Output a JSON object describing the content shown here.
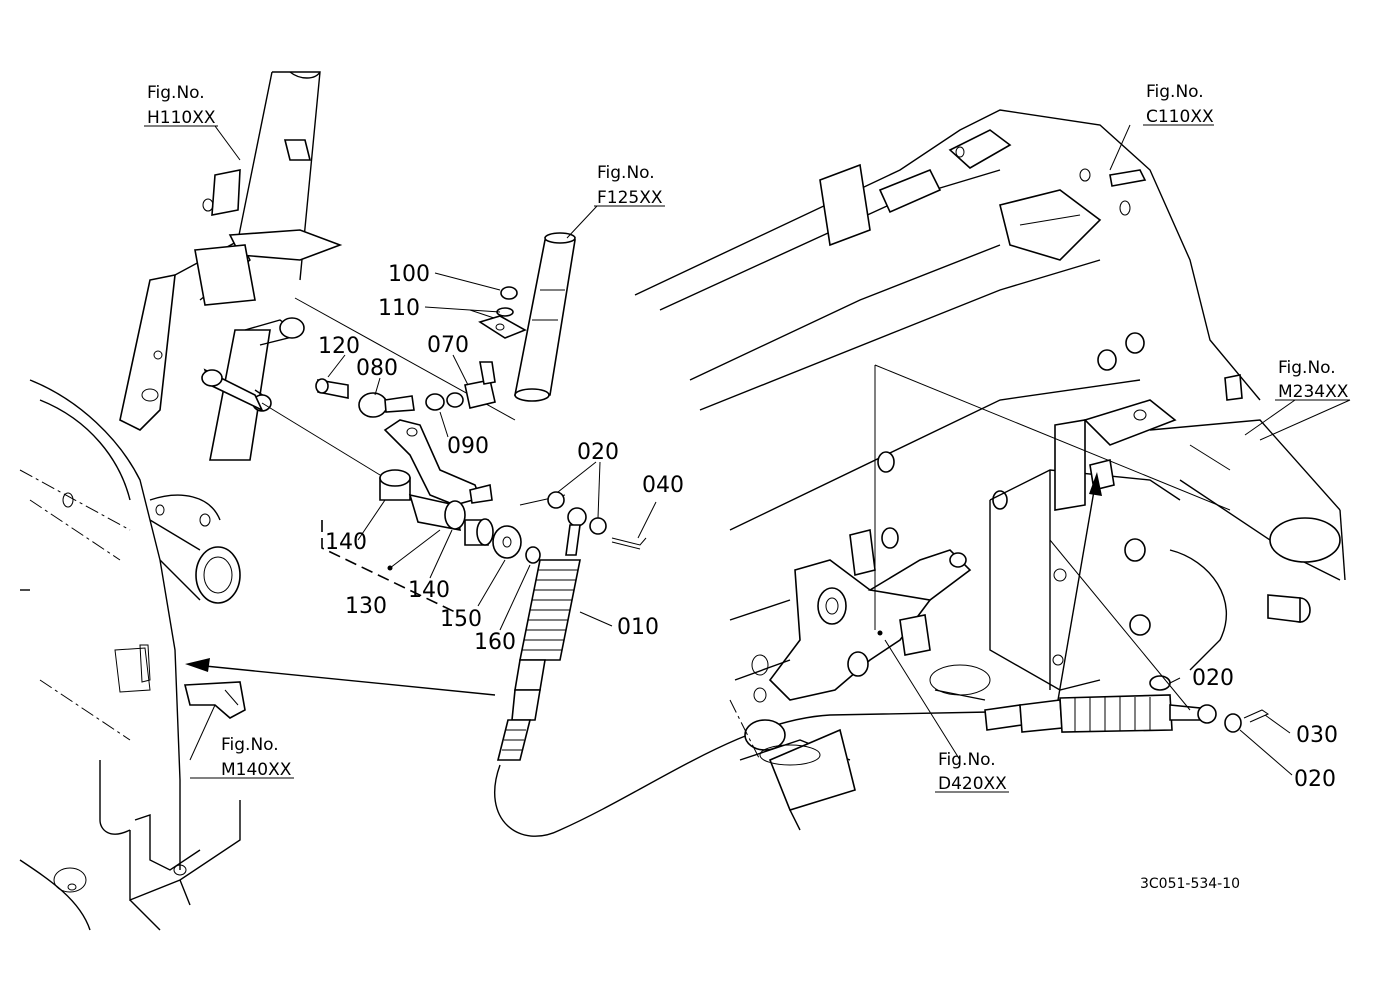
{
  "figure_refs": {
    "h110": {
      "title": "Fig.No.",
      "code": "H110XX"
    },
    "f125": {
      "title": "Fig.No.",
      "code": "F125XX"
    },
    "c110": {
      "title": "Fig.No.",
      "code": "C110XX"
    },
    "m234": {
      "title": "Fig.No.",
      "code": "M234XX"
    },
    "m140": {
      "title": "Fig.No.",
      "code": "M140XX"
    },
    "d420": {
      "title": "Fig.No.",
      "code": "D420XX"
    }
  },
  "callouts": {
    "c100": "100",
    "c110": "110",
    "c120": "120",
    "c080": "080",
    "c070": "070",
    "c090": "090",
    "c020a": "020",
    "c040": "040",
    "c140a": "140",
    "c140b": "140",
    "c130": "130",
    "c150": "150",
    "c160": "160",
    "c010": "010",
    "c020b": "020",
    "c030": "030",
    "c020c": "020"
  },
  "diagram_code": "3C051-534-10"
}
